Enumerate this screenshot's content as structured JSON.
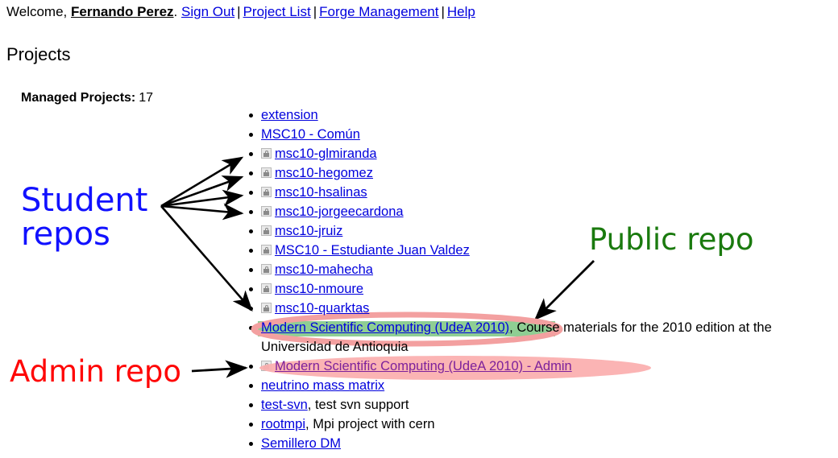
{
  "header": {
    "welcome_prefix": "Welcome, ",
    "user_name": "Fernando Perez",
    "after_name": ".",
    "links": [
      {
        "label": "Sign Out",
        "name": "sign-out-link"
      },
      {
        "label": "Project List",
        "name": "project-list-link"
      },
      {
        "label": "Forge Management",
        "name": "forge-management-link"
      },
      {
        "label": "Help",
        "name": "help-link"
      }
    ],
    "separator": "|"
  },
  "page": {
    "title": "Projects",
    "managed_label": "Managed Projects:",
    "managed_count": "17"
  },
  "projects": [
    {
      "name": "extension",
      "locked": false,
      "visited": false,
      "desc": ""
    },
    {
      "name": "MSC10 - Común",
      "locked": false,
      "visited": false,
      "desc": ""
    },
    {
      "name": "msc10-glmiranda",
      "locked": true,
      "visited": false,
      "desc": ""
    },
    {
      "name": "msc10-hegomez",
      "locked": true,
      "visited": false,
      "desc": ""
    },
    {
      "name": "msc10-hsalinas",
      "locked": true,
      "visited": false,
      "desc": ""
    },
    {
      "name": "msc10-jorgeecardona",
      "locked": true,
      "visited": false,
      "desc": ""
    },
    {
      "name": "msc10-jruiz",
      "locked": true,
      "visited": false,
      "desc": ""
    },
    {
      "name": "MSC10 - Estudiante Juan Valdez",
      "locked": true,
      "visited": false,
      "desc": ""
    },
    {
      "name": "msc10-mahecha",
      "locked": true,
      "visited": false,
      "desc": ""
    },
    {
      "name": "msc10-nmoure",
      "locked": true,
      "visited": false,
      "desc": ""
    },
    {
      "name": "msc10-quarktas",
      "locked": true,
      "visited": false,
      "desc": ""
    },
    {
      "name": "Modern Scientific Computing (UdeA 2010)",
      "locked": false,
      "visited": false,
      "desc": ", Course materials for the 2010 edition at the Universidad de Antioquia"
    },
    {
      "name": "Modern Scientific Computing (UdeA 2010) - Admin",
      "locked": true,
      "visited": true,
      "desc": ""
    },
    {
      "name": "neutrino mass matrix",
      "locked": false,
      "visited": false,
      "desc": ""
    },
    {
      "name": "test-svn",
      "locked": false,
      "visited": false,
      "desc": ", test svn support"
    },
    {
      "name": "rootmpi",
      "locked": false,
      "visited": false,
      "desc": ", Mpi project with cern"
    },
    {
      "name": "Semillero DM",
      "locked": false,
      "visited": false,
      "desc": ""
    }
  ],
  "annotations": {
    "student": {
      "text": "Student\nrepos",
      "color": "#1111ff"
    },
    "public": {
      "text": "Public repo",
      "color": "#1a7a0e"
    },
    "admin": {
      "text": "Admin repo",
      "color": "#ff0707"
    }
  },
  "highlights": {
    "public_fill": "#8fce93",
    "ellipse_stroke": "#f09a9a"
  },
  "colors": {
    "link": "#0000dd",
    "visited_link": "#7d219b",
    "text": "#000000"
  }
}
